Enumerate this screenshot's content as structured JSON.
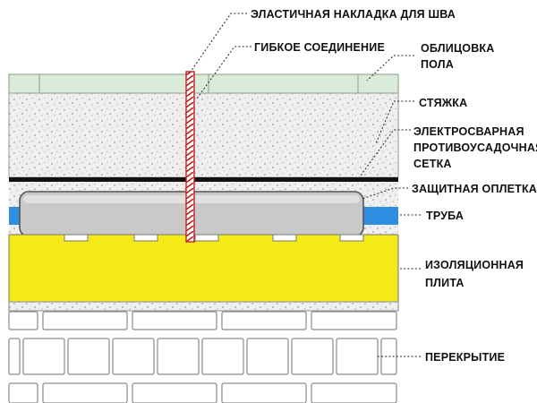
{
  "labels": {
    "seam_overlay": "ЭЛАСТИЧНАЯ НАКЛАДКА ДЛЯ ШВА",
    "flexible_joint": "ГИБКОЕ СОЕДИНЕНИЕ",
    "floor_finish_1": "ОБЛИЦОВКА",
    "floor_finish_2": "ПОЛА",
    "screed": "СТЯЖКА",
    "mesh_1": "ЭЛЕКТРОСВАРНАЯ",
    "mesh_2": "ПРОТИВОУСАДОЧНАЯ",
    "mesh_3": "СЕТКА",
    "protective_sleeve": "ЗАЩИТНАЯ ОПЛЕТКА",
    "pipe": "ТРУБА",
    "insulation_1": "ИЗОЛЯЦИОННАЯ",
    "insulation_2": "ПЛИТА",
    "slab": "ПЕРЕКРЫТИЕ"
  },
  "colors": {
    "floor_finish": "#d9ecd9",
    "screed": "#ececec",
    "insulation": "#f3ea18",
    "pipe": "#c9c9c9",
    "pipe_ends": "#2f8ee0",
    "joint": "#c81e1e",
    "mesh": "#111111"
  }
}
